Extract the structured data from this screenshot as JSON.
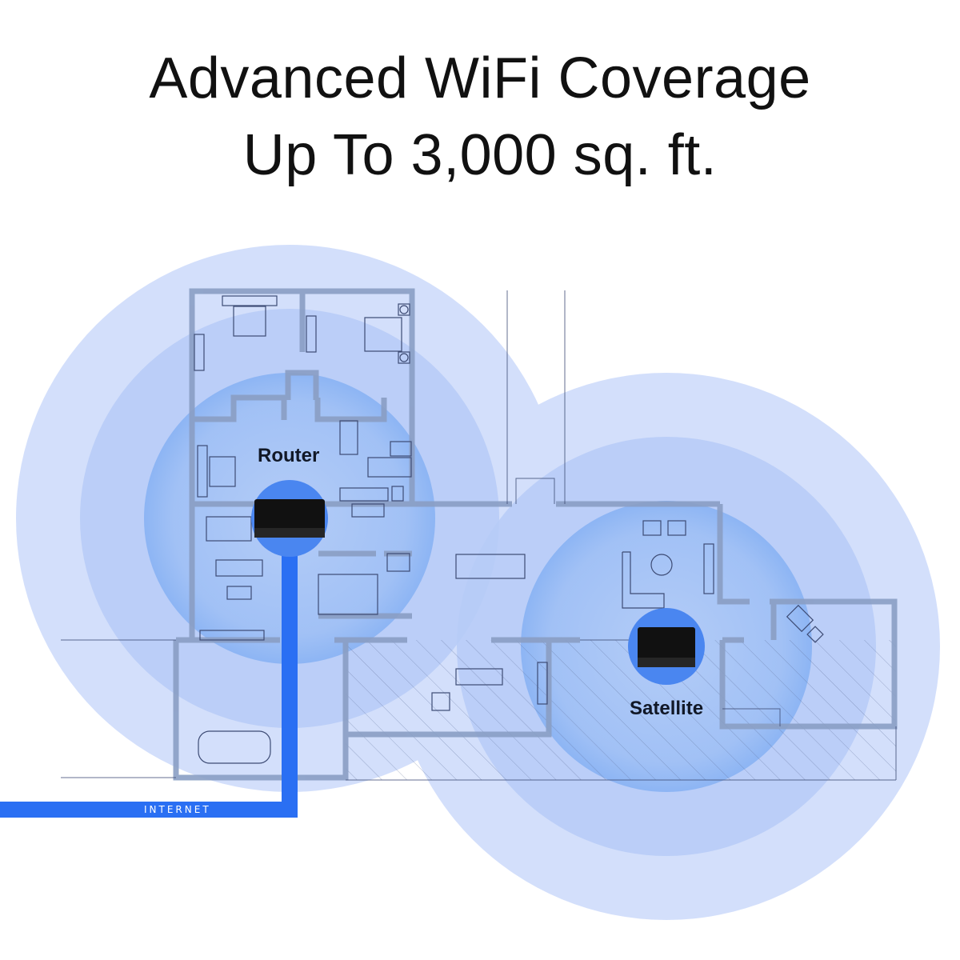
{
  "header": {
    "title_line1": "Advanced WiFi Coverage",
    "title_line2": "Up To 3,000 sq. ft."
  },
  "devices": {
    "router_label": "Router",
    "satellite_label": "Satellite"
  },
  "connection": {
    "label": "INTERNET"
  },
  "colors": {
    "outer_ring": "#d3dffb",
    "mid_ring": "#b3c8f6",
    "inner_ring": "#98baf4",
    "device_circle": "#4a86f0",
    "internet_line": "#2a6ff3",
    "walls": "#8a9ec4",
    "furniture": "#3d4b74"
  }
}
